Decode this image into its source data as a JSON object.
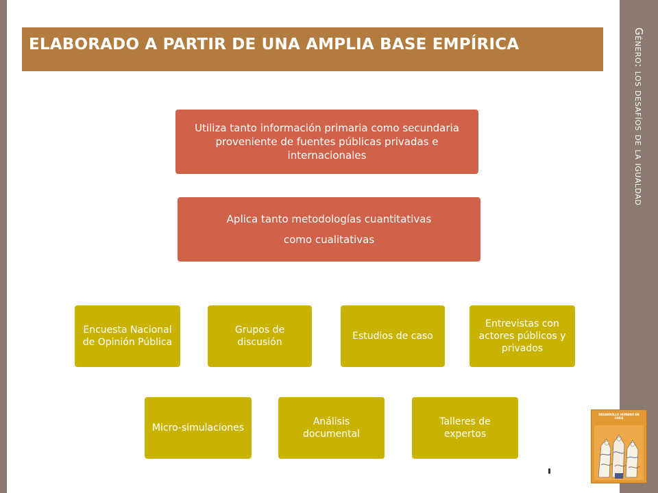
{
  "slide": {
    "title": "ELABORADO A PARTIR DE UNA AMPLIA BASE EMPÍRICA",
    "side_title": "Género: los desafíos de la igualdad"
  },
  "boxes": {
    "top": "Utiliza tanto información primaria como secundaria proveniente de fuentes públicas privadas e internacionales",
    "middle_line1": "Aplica tanto metodologías cuantitativas",
    "middle_line2": "como cualitativas"
  },
  "sources_row1": [
    "Encuesta Nacional de Opinión Pública",
    "Grupos de discusión",
    "Estudios de caso",
    "Entrevistas con actores públicos y privados"
  ],
  "sources_row2": [
    "Micro-simulaciones",
    "Análisis documental",
    "Talleres de expertos"
  ],
  "book": {
    "header": "DESARROLLO HUMANO EN CHILE"
  },
  "colors": {
    "frame": "#8b7a6f",
    "title_bar": "#b27c3f",
    "primary_box": "#d0624a",
    "source_box": "#c9b300",
    "book_cover": "#e39a35"
  }
}
